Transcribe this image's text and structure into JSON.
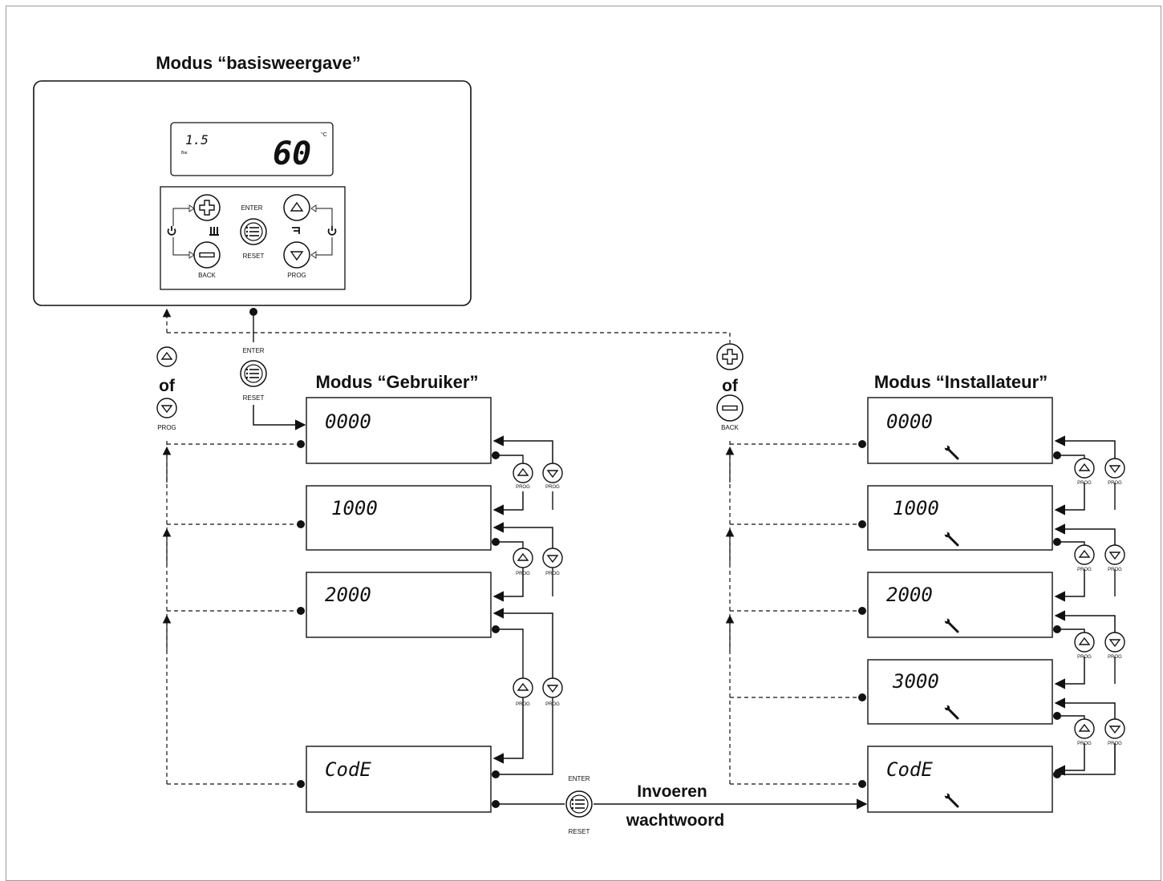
{
  "basic": {
    "title": "Modus “basisweergave”",
    "display": {
      "pressure": "1.5",
      "pressure_unit": "Bar",
      "temperature": "60",
      "temperature_unit": "°C"
    },
    "keypad": {
      "enter": "ENTER",
      "reset": "RESET",
      "back": "BACK",
      "prog": "PROG"
    }
  },
  "user": {
    "title": "Modus “Gebruiker”",
    "screens": [
      "0000",
      "1000",
      "2000",
      "CodE"
    ]
  },
  "installer": {
    "title": "Modus “Installateur”",
    "screens": [
      "0000",
      "1000",
      "2000",
      "3000",
      "CodE"
    ]
  },
  "connectors": {
    "or_word": "of",
    "prog": "PROG",
    "back": "BACK",
    "enter": "ENTER",
    "reset": "RESET",
    "password_line1": "Invoeren",
    "password_line2": "wachtwoord"
  },
  "icons": [
    "up-arrow-icon",
    "down-arrow-icon",
    "plus-icon",
    "minus-icon",
    "menu-icon",
    "power-icon",
    "radiator-icon",
    "tap-icon",
    "wrench-icon"
  ]
}
